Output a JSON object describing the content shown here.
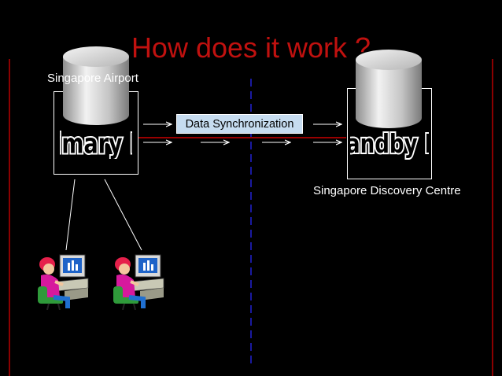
{
  "slide": {
    "title": "How does it work ?",
    "colors": {
      "background": "#000000",
      "title": "#c0110f",
      "border_lines": "#8b0000",
      "link_line": "#cc0000",
      "divider": "#1a1aa0"
    }
  },
  "primary_site": {
    "location_label": "Singapore Airport",
    "db_label": "Primary DB",
    "icon": "database-cylinder-icon"
  },
  "standby_site": {
    "location_label": "Singapore Discovery Centre",
    "db_label": "Standby DB",
    "icon": "database-cylinder-icon"
  },
  "sync": {
    "label": "Data Synchronization"
  },
  "users": [
    {
      "icon": "user-at-computer-icon"
    },
    {
      "icon": "user-at-computer-icon"
    }
  ]
}
